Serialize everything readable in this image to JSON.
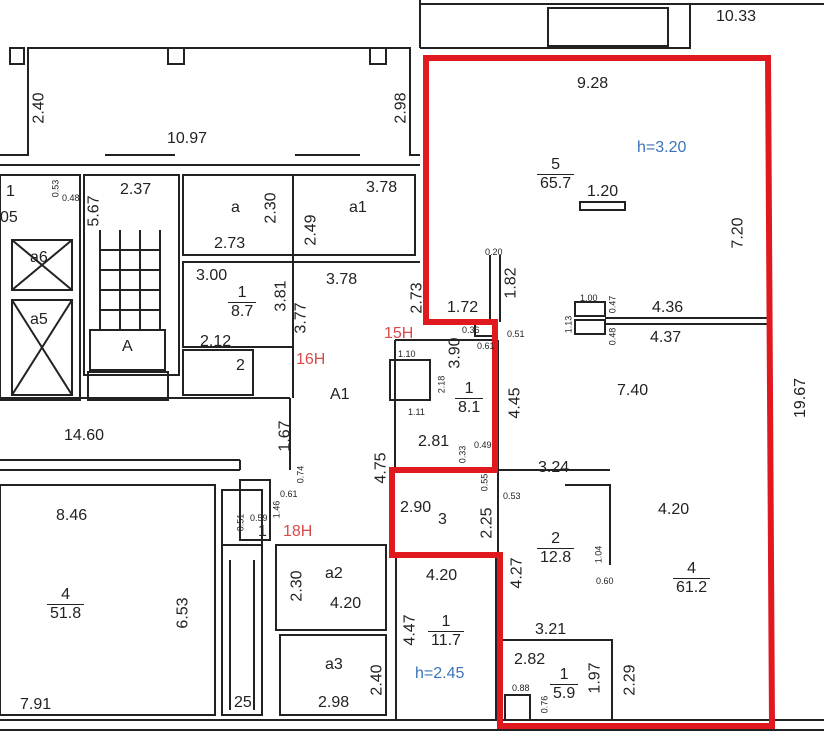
{
  "plan": {
    "top_right_dimension": "10.33",
    "right_total_dimension": "19.67",
    "highlighted_zone": {
      "outline_color": "#e0191f",
      "rooms": {
        "r5": {
          "number": "5",
          "area": "65.7",
          "width": "9.28",
          "depth": "7.20",
          "height": "h=3.20"
        },
        "r4": {
          "number": "4",
          "area": "61.2",
          "width": "7.40",
          "depth": "4.20",
          "col_a": "4.36",
          "col_b": "4.37"
        },
        "r1_upper": {
          "number": "1",
          "area": "8.1",
          "width": "2.81",
          "depth": "4.45",
          "side": "3.90",
          "label_15n": "15Н"
        },
        "r2": {
          "number": "2",
          "area": "12.8",
          "width": "3.24",
          "depth": "4.27",
          "small": "1.04",
          "small2": "0.60"
        },
        "r3": {
          "number": "3",
          "width": "2.90",
          "depth": "2.25"
        },
        "r1_lower": {
          "number": "1",
          "area": "5.9",
          "width": "3.21",
          "inner": "2.82",
          "depth": "1.97",
          "side": "2.29",
          "small": "0.88",
          "small2": "0.76"
        }
      }
    },
    "other_labels": {
      "d_240": "2.40",
      "d_298": "2.98",
      "d_1097": "10.97",
      "d_567": "5.67",
      "d_237": "2.37",
      "r1_left": "1",
      "d_05": "05",
      "d_053": "0.53",
      "d_048": "0.48",
      "room_a": "a",
      "d_230a": "2.30",
      "d_273": "2.73",
      "room_a1": "a1",
      "d_378a": "3.78",
      "d_249": "2.49",
      "room_a6": "a6",
      "room_a5": "a5",
      "room_A": "А",
      "r1_87": {
        "number": "1",
        "area": "8.7"
      },
      "d_300": "3.00",
      "d_381": "3.81",
      "d_377": "3.77",
      "d_378b": "3.78",
      "d_273b": "2.73",
      "d_172": "1.72",
      "d_182": "1.82",
      "d_020": "0.20",
      "d_051": "0.51",
      "d_036": "0.36",
      "d_061": "0.61",
      "d_120": "1.20",
      "d_100": "1.00",
      "d_047": "0.47",
      "d_113": "1.13",
      "d_048b": "0.48",
      "d_212": "2.12",
      "r2_small": "2",
      "label_16n": "16Н",
      "room_A1": "А1",
      "d_110": "1.10",
      "d_218": "2.18",
      "d_111": "1.11",
      "d_1460": "14.60",
      "d_167": "1.67",
      "d_475": "4.75",
      "d_049": "0.49",
      "d_033": "0.33",
      "d_055": "0.55",
      "d_053b": "0.53",
      "d_846": "8.46",
      "r4_left": {
        "number": "4",
        "area": "51.8"
      },
      "d_653": "6.53",
      "d_791": "7.91",
      "d_061b": "0.61",
      "d_074": "0.74",
      "d_146": "1.46",
      "d_059": "0.59",
      "d_051b": "0.51",
      "r1_small": "1",
      "label_18n": "18Н",
      "room_a2": "a2",
      "d_230b": "2.30",
      "d_420": "4.20",
      "room_a3": "a3",
      "d_240b": "2.40",
      "d_298b": "2.98",
      "r25": "25",
      "r1_117": {
        "number": "1",
        "area": "11.7",
        "width": "4.20",
        "depth": "4.47",
        "height": "h=2.45"
      }
    }
  }
}
